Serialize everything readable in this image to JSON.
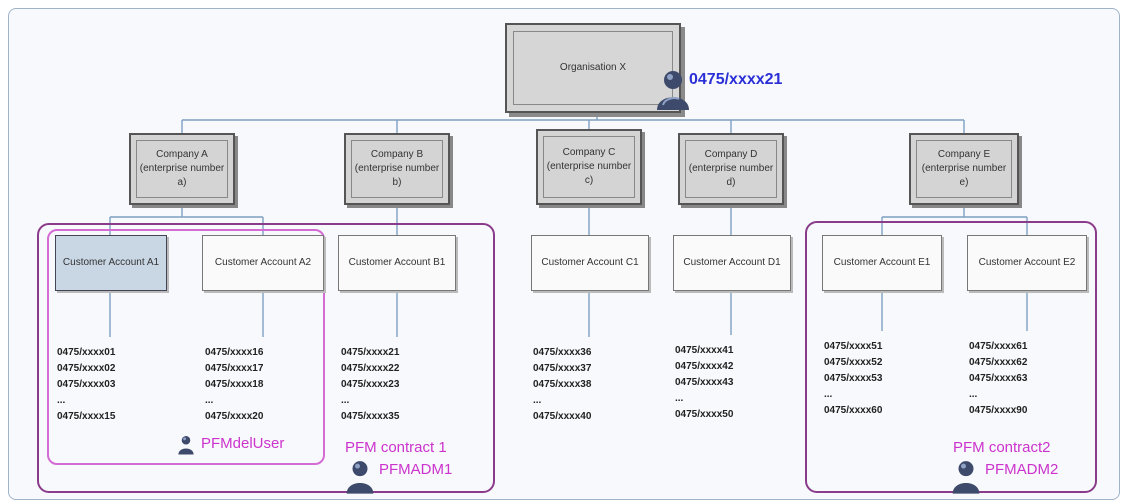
{
  "organisation": {
    "name": "Organisation X",
    "admin_number": "0475/xxxx21"
  },
  "companies": [
    {
      "label": "Company A (enterprise number a)"
    },
    {
      "label": "Company B (enterprise number b)"
    },
    {
      "label": "Company C (enterprise number c)"
    },
    {
      "label": "Company D (enterprise number d)"
    },
    {
      "label": "Company E (enterprise number e)"
    }
  ],
  "accounts": [
    {
      "label": "Customer Account A1",
      "numbers": "0475/xxxx01\n0475/xxxx02\n0475/xxxx03\n...\n0475/xxxx15"
    },
    {
      "label": "Customer Account A2",
      "numbers": "0475/xxxx16\n0475/xxxx17\n0475/xxxx18\n...\n0475/xxxx20"
    },
    {
      "label": "Customer Account B1",
      "numbers": "0475/xxxx21\n0475/xxxx22\n0475/xxxx23\n...\n0475/xxxx35"
    },
    {
      "label": "Customer Account C1",
      "numbers": "0475/xxxx36\n0475/xxxx37\n0475/xxxx38\n...\n0475/xxxx40"
    },
    {
      "label": "Customer Account D1",
      "numbers": "0475/xxxx41\n0475/xxxx42\n0475/xxxx43\n...\n0475/xxxx50"
    },
    {
      "label": "Customer Account E1",
      "numbers": "0475/xxxx51\n0475/xxxx52\n0475/xxxx53\n...\n0475/xxxx60"
    },
    {
      "label": "Customer Account E2",
      "numbers": "0475/xxxx61\n0475/xxxx62\n0475/xxxx63\n...\n0475/xxxx90"
    }
  ],
  "groups": {
    "user_label": "PFMdelUser",
    "contract1_label": "PFM contract 1",
    "contract1_admin": "PFMADM1",
    "contract2_label": "PFM contract2",
    "contract2_admin": "PFMADM2"
  },
  "colors": {
    "connector": "#7f9fc2",
    "pink_group": "#d46cd4",
    "purple_group": "#8a3b8a",
    "label_magenta": "#cc33cc",
    "admin_blue": "#2b2fd6",
    "user_icon_dark": "#3d4a6b",
    "user_icon_light": "#8fa1c4"
  },
  "icons": [
    "user-icon"
  ]
}
